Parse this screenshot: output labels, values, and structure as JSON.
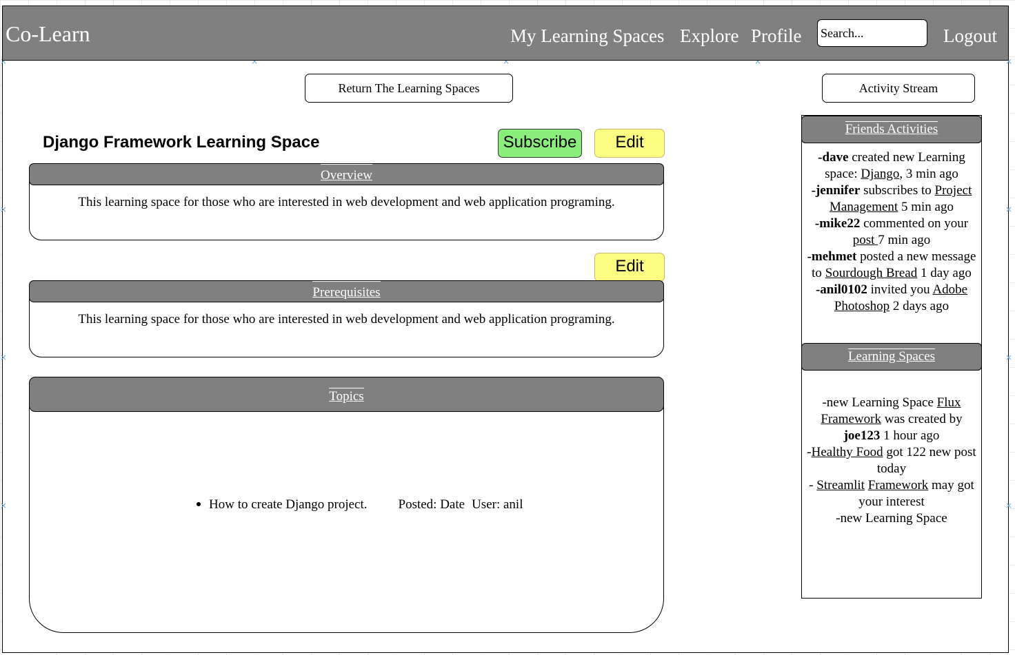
{
  "header": {
    "brand": "Co-Learn",
    "nav": [
      "My Learning Spaces",
      "Explore",
      "Profile"
    ],
    "search_placeholder": "Search...",
    "logout": "Logout"
  },
  "toolbar": {
    "return_label": "Return The Learning Spaces",
    "activity_label": "Activity Stream"
  },
  "space": {
    "title": "Django Framework Learning Space",
    "subscribe_label": "Subscribe",
    "edit_label": "Edit",
    "overview": {
      "header": "Overview",
      "text": "This learning space for those who are interested in web development and  web application programing."
    },
    "prerequisites": {
      "header": "Prerequisites",
      "text": "This learning space for those who are interested in web development and  web application programing."
    },
    "topics": {
      "header": "Topics",
      "items": [
        {
          "title": "How to create Django project.",
          "posted": "Posted: Date",
          "user": "User: anil"
        }
      ]
    }
  },
  "sidebar": {
    "friends_header": "Friends Activities",
    "friends": [
      {
        "user": "-dave",
        "pre": " created new Learning space: ",
        "link": "Django",
        "post": ", 3 min ago"
      },
      {
        "user": "-jennifer",
        "pre": " subscribes to ",
        "link": "Project Management",
        "post": " 5 min ago"
      },
      {
        "user": "-mike22",
        "pre": " commented on your ",
        "link": "post ",
        "post": "7 min ago"
      },
      {
        "user": "-mehmet",
        "pre": " posted a new message to ",
        "link": "Sourdough Bread",
        "post": " 1 day ago"
      },
      {
        "user": "-anil0102",
        "pre": " invited you ",
        "link": "Adobe Photoshop",
        "post": " 2 days ago"
      }
    ],
    "spaces_header": "Learning Spaces",
    "spaces": {
      "l1_pre": "-new Learning Space  ",
      "l1_link": "Flux Framework",
      "l1_mid": " was created by ",
      "l1_user": "joe123",
      "l1_post": " 1 hour ago",
      "l2_dash": "-",
      "l2_link": "Healthy Food",
      "l2_post": " got 122 new post today",
      "l3_pre": "- ",
      "l3_link1": "Streamlit",
      "l3_link2": "Framework",
      "l3_post": " may got your interest",
      "l4": "-new Learning Space"
    }
  }
}
